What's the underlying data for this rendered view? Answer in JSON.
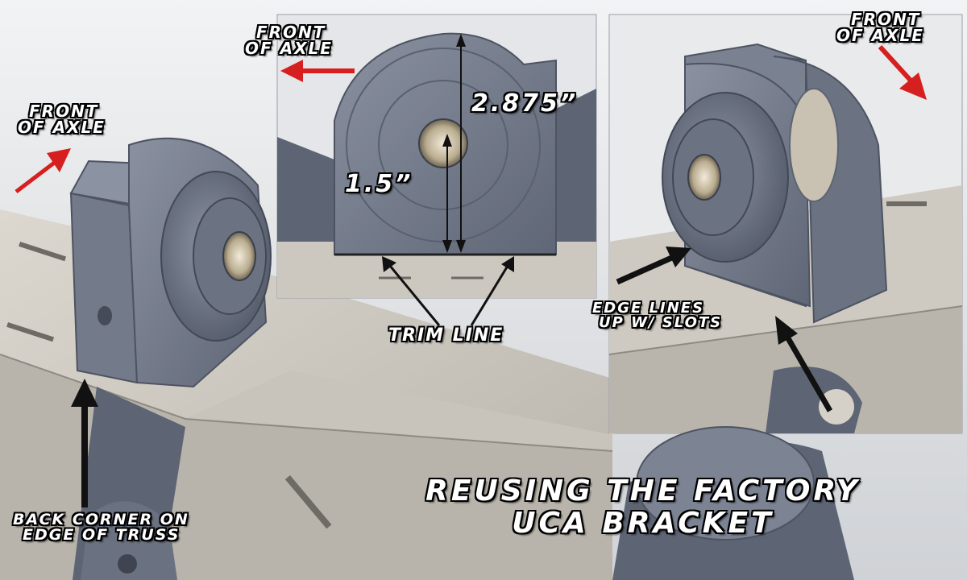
{
  "labels": {
    "front_of_axle_left": [
      "FRONT",
      "OF AXLE"
    ],
    "front_of_axle_center": [
      "FRONT",
      "OF AXLE"
    ],
    "front_of_axle_right": [
      "FRONT",
      "OF AXLE"
    ],
    "dim_total": "2.875”",
    "dim_center": "1.5”",
    "trim_line": "Trim Line",
    "edge_lines": [
      "EDGE LINES",
      "UP W/ SLOTS"
    ],
    "back_corner": [
      "BACK CORNER ON",
      "EDGE OF TRUSS"
    ],
    "title": [
      "Reusing the Factory",
      "UCA Bracket"
    ]
  },
  "colors": {
    "arrow_red": "#d61f1f",
    "part_gray": "#6f7686",
    "truss_tan": "#cbc6bd",
    "background": "#d9dbde"
  }
}
